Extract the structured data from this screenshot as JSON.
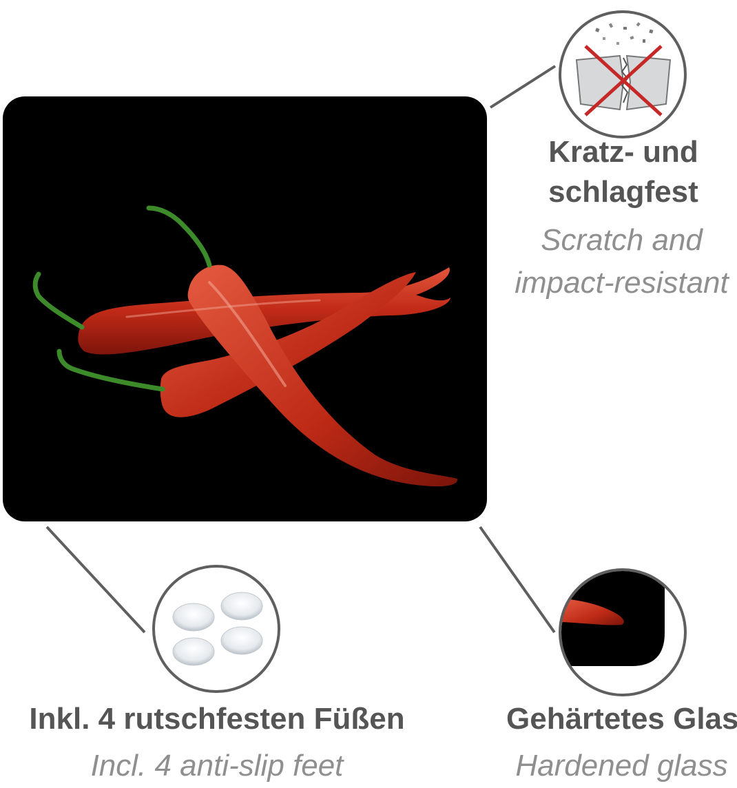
{
  "features": {
    "scratch": {
      "title_de_line1": "Kratz- und",
      "title_de_line2": "schlagfest",
      "title_en_line1": "Scratch and",
      "title_en_line2": "impact-resistant",
      "icon": "scratch-impact-icon"
    },
    "feet": {
      "title_de": "Inkl. 4 rutschfesten Füßen",
      "title_en": "Incl. 4 anti-slip feet",
      "icon": "anti-slip-feet-icon"
    },
    "glass": {
      "title_de": "Gehärtetes Glas",
      "title_en": "Hardened glass",
      "icon": "hardened-glass-corner-icon"
    }
  },
  "product": {
    "image": "chili-peppers-glass-board",
    "colors": {
      "board": "#000000",
      "pepper_red": "#c8321e",
      "stem_green": "#3d8a2a",
      "circle_border": "#5f5f5f",
      "text_de": "#555555",
      "text_en": "#8f8f8f"
    }
  }
}
